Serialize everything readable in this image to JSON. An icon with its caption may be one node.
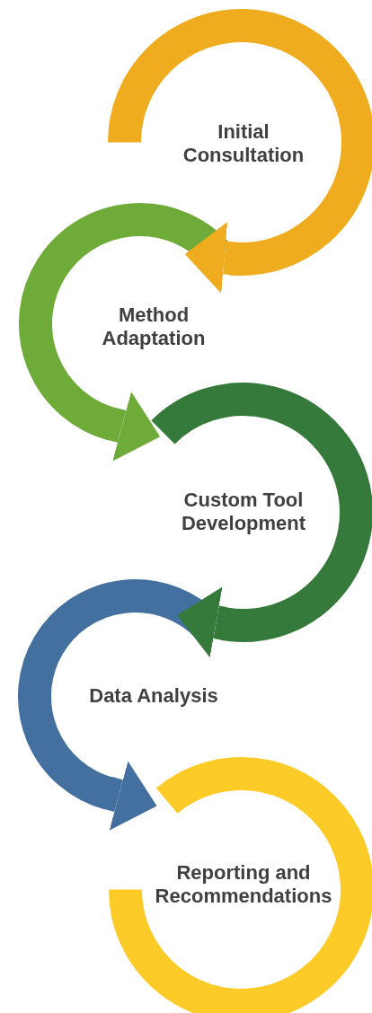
{
  "diagram": {
    "nodes": [
      {
        "text": [
          "Initial Consultation"
        ]
      },
      {
        "text": [
          "Method Adaptation"
        ]
      },
      {
        "text": [
          "Custom Tool Development"
        ]
      },
      {
        "text": [
          "Data Analysis"
        ]
      },
      {
        "text": [
          "Reporting and Recommendations"
        ]
      }
    ],
    "edges": [
      {
        "from": 0,
        "to": 1,
        "arrow": "to",
        "color": "#eeac1e"
      },
      {
        "from": 1,
        "to": 2,
        "arrow": "to",
        "color": "#6eab38"
      },
      {
        "from": 2,
        "to": 3,
        "arrow": "to",
        "color": "#367a3b"
      },
      {
        "from": 3,
        "to": 4,
        "arrow": "to",
        "color": "#4470a0"
      }
    ]
  }
}
